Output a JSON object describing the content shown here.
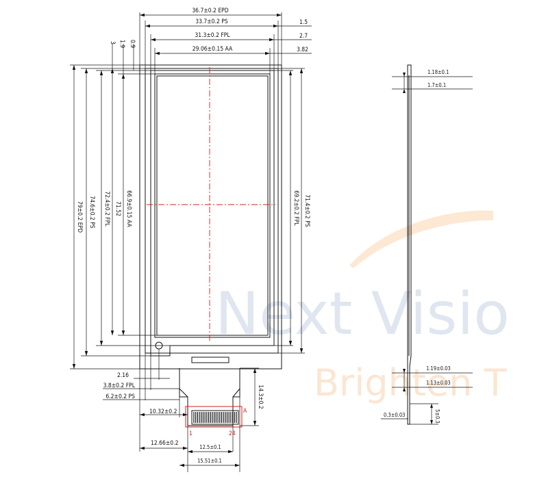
{
  "watermark": {
    "line1": "Next Visio",
    "line2": "Brighten T"
  },
  "front_view": {
    "top_dims": {
      "epd": "36.7±0.2 EPD",
      "ps": "33.7±0.2 PS",
      "fpl": "31.3±0.2 FPL",
      "aa": "29.06±0.15 AA"
    },
    "top_right_offsets": {
      "o1": "1.5",
      "o2": "2.7",
      "o3": "3.82"
    },
    "top_left_offsets": {
      "o1": "3",
      "o2": "1.9",
      "o3": "0.9"
    },
    "left_dims": {
      "epd": "79±0.2 EPD",
      "ps": "74.6±0.2 PS",
      "fpl": "72.4±0.2 FPL",
      "mid": "71.52",
      "aa": "66.9±0.15 AA"
    },
    "right_dims": {
      "ps": "71.4±0.2 PS",
      "fpl": "69.2±0.2 FPL"
    },
    "bottom_dims": {
      "d216": "2.16",
      "fpl": "3.8±0.2 FPL",
      "ps": "6.2±0.2 PS",
      "d1032": "10.32±0.2",
      "d1266": "12.66±0.2",
      "d125": "12.5±0.1",
      "d1551": "15.51±0.1",
      "fpc_len": "14.3±0.2"
    },
    "connector": {
      "label_a": "A",
      "pin_first": "1",
      "pin_last": "24"
    }
  },
  "side_view": {
    "d118": "1.18±0.1",
    "d17": "1.7±0.1",
    "d119": "1.19±0.03",
    "d113": "1.13±0.03",
    "d03": "0.3±0.03",
    "d5": "5±0.3"
  }
}
